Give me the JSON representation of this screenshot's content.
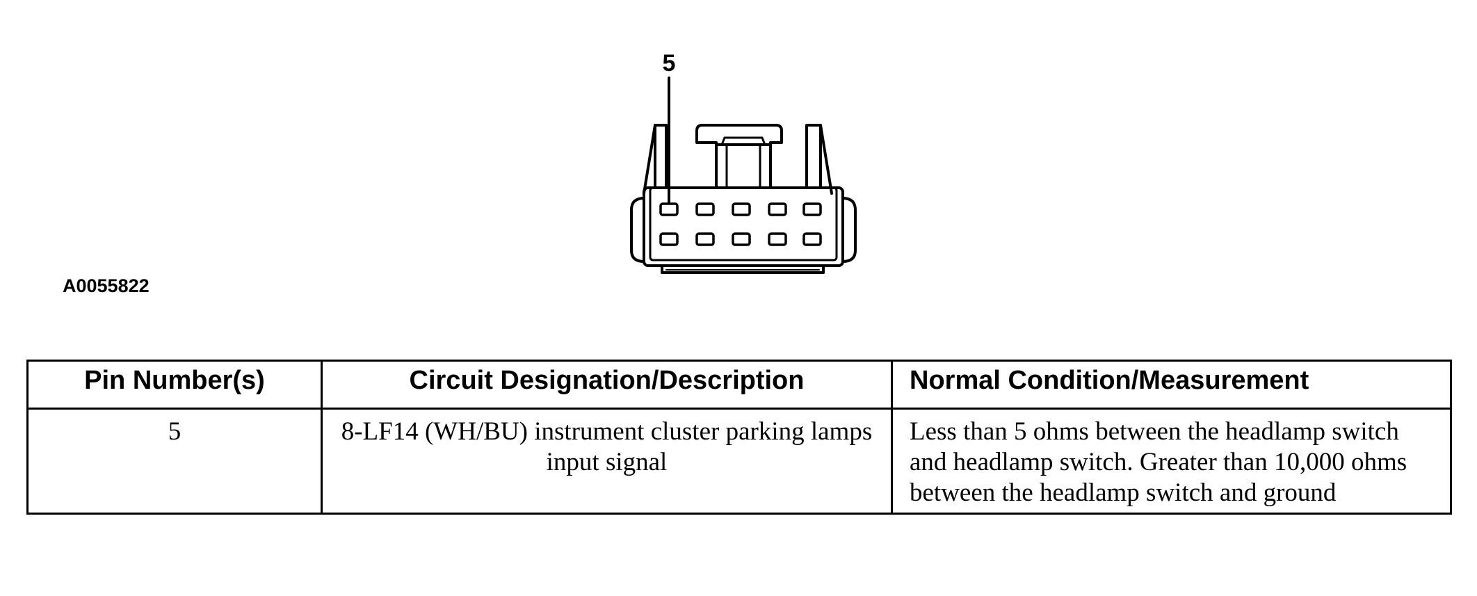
{
  "figure": {
    "callout_label": "5",
    "figure_id": "A0055822"
  },
  "table": {
    "headers": {
      "pin": "Pin Number(s)",
      "description": "Circuit Designation/Description",
      "normal": "Normal Condition/Measurement"
    },
    "rows": [
      {
        "pin": "5",
        "description": "8-LF14 (WH/BU) instrument cluster parking lamps input signal",
        "normal": "Less than 5 ohms between the headlamp switch and headlamp switch. Greater than 10,000 ohms between the headlamp switch and ground"
      }
    ]
  }
}
